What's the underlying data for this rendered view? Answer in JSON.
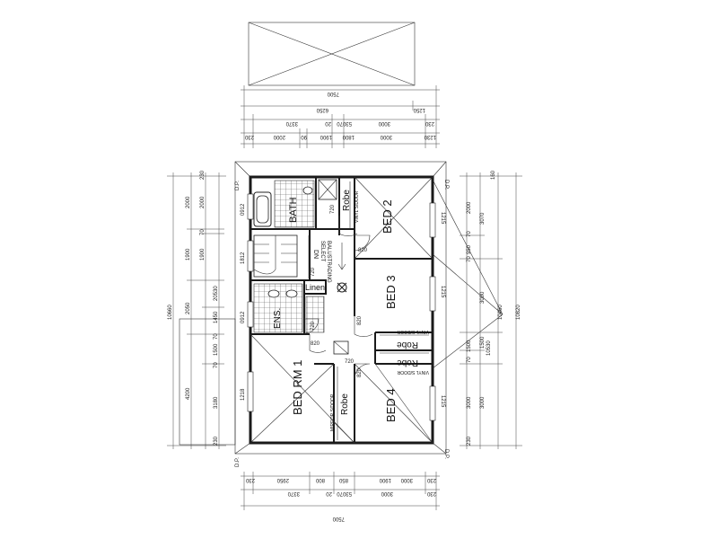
{
  "rooms": {
    "bath": "BATH",
    "bed2": "BED 2",
    "bed3": "BED 3",
    "bed4": "BED 4",
    "bed1": "BED RM 1",
    "ens": "ENS.",
    "linen": "Linen",
    "robe_top": "Robe",
    "robe_mid1": "Robe",
    "robe_mid2": "Robe",
    "robe_bed1": "Robe",
    "dn": "DN",
    "vinyl_top": "VINYL S/DOOR",
    "vinyl_mid1": "VINYL S/DOOR",
    "vinyl_mid2": "VINYL S/DOOR",
    "mirror": "MIRROR S/DOOR",
    "balustrading_1": "SELECT",
    "balustrading_2": "BALUSTRADING"
  },
  "window_labels": [
    "0912",
    "1812",
    "0912",
    "1218",
    "1215",
    "1215",
    "1215"
  ],
  "door_labels": [
    "720",
    "720",
    "720",
    "820",
    "820",
    "820",
    "820",
    "720"
  ],
  "top_dims": {
    "row1": [
      "7500"
    ],
    "row2": [
      "6250",
      "1250"
    ],
    "row3": [
      "3370",
      "20",
      "53070",
      "3000",
      "230"
    ],
    "row4": [
      "230",
      "2000",
      "90",
      "1900",
      "1800",
      "3000",
      "1230"
    ]
  },
  "bottom_dims": {
    "row1": [
      "230",
      "2950",
      "800",
      "850",
      "1900",
      "3000",
      "230"
    ],
    "row2": [
      "3370",
      "20",
      "53070",
      "3000",
      "230"
    ],
    "row3": [
      "7500"
    ]
  },
  "left_dims": {
    "outer": [
      "10660"
    ],
    "mid": [
      "2000",
      "1900",
      "2050",
      "4200"
    ],
    "inner": [
      "230",
      "2000",
      "70",
      "1900",
      "20530",
      "1450",
      "70",
      "1500",
      "70",
      "3180",
      "230"
    ]
  },
  "right_dims": {
    "outer": [
      "10820"
    ],
    "mid": [
      "10460"
    ],
    "inner": [
      "3070",
      "3000",
      "3000",
      "3000"
    ],
    "detail": [
      "160",
      "2000",
      "70",
      "950",
      "70",
      "1500",
      "70",
      "1500",
      "10530",
      "230"
    ]
  },
  "corner_labels": [
    "D.P.",
    "D.P.",
    "D.P.",
    "D.P."
  ]
}
